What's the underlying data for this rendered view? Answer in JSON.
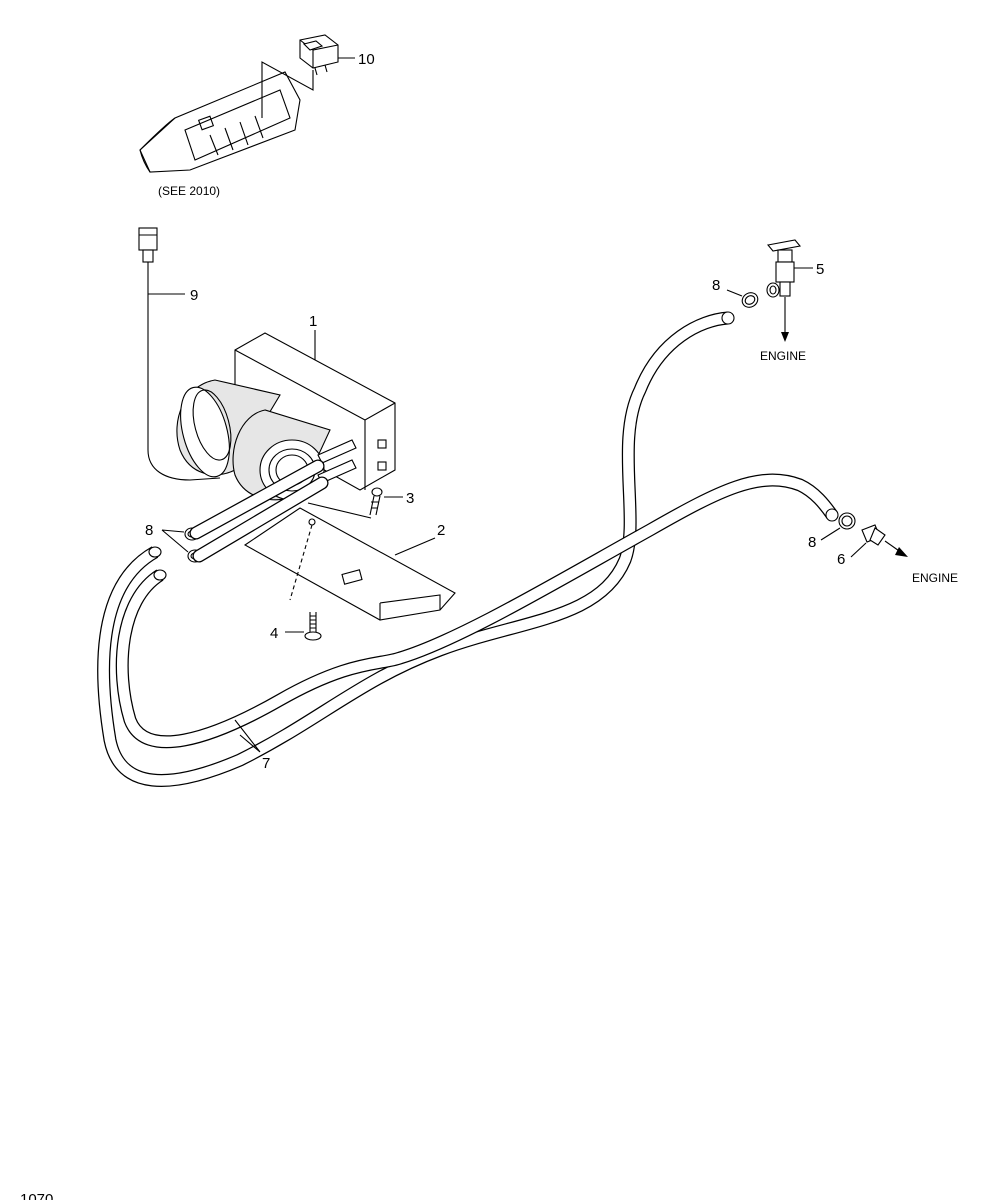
{
  "callouts": {
    "c1": "1",
    "c2": "2",
    "c3": "3",
    "c4": "4",
    "c5": "5",
    "c6": "6",
    "c7": "7",
    "c8a": "8",
    "c8b": "8",
    "c8c": "8",
    "c9": "9",
    "c10": "10"
  },
  "notes": {
    "see_ref": "(SEE 2010)",
    "engine_top": "ENGINE",
    "engine_right": "ENGINE"
  },
  "footer_fragment": "1070"
}
